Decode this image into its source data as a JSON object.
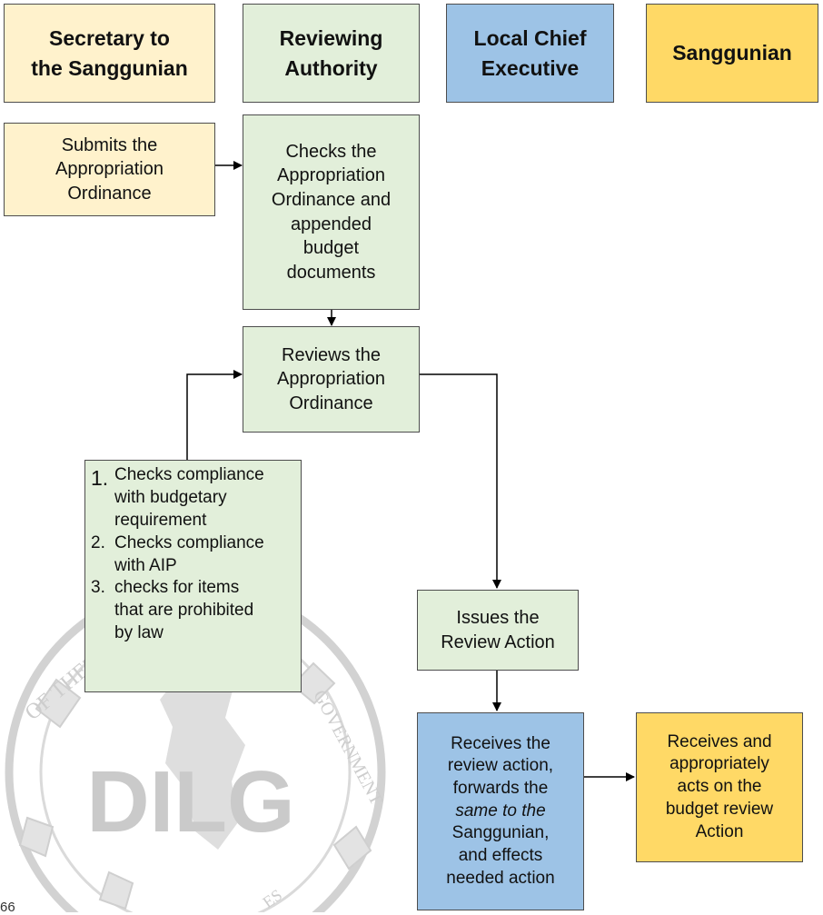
{
  "lanes": [
    {
      "line1": "Secretary to",
      "line2": "the Sanggunian"
    },
    {
      "line1": "Reviewing",
      "line2": "Authority"
    },
    {
      "line1": "Local Chief",
      "line2": "Executive"
    },
    {
      "line1": "Sanggunian",
      "line2": ""
    }
  ],
  "steps": {
    "submit": [
      "Submits the",
      "Appropriation",
      "Ordinance"
    ],
    "check": [
      "Checks the",
      "Appropriation",
      "Ordinance and",
      "appended",
      "budget",
      "documents"
    ],
    "review": [
      "Reviews the",
      "Appropriation",
      "Ordinance"
    ],
    "issue": [
      "Issues the",
      "Review Action"
    ],
    "receive_lce": [
      "Receives the",
      "review action,",
      "forwards the",
      "same to the",
      "Sanggunian,",
      "and effects",
      "needed action"
    ],
    "receive_sang": [
      "Receives and",
      "appropriately",
      "acts on the",
      "budget review",
      "Action"
    ]
  },
  "criteria": [
    {
      "num": "1.",
      "lines": [
        "Checks compliance",
        "with budgetary",
        "requirement"
      ]
    },
    {
      "num": "2.",
      "lines": [
        "Checks compliance",
        "with AIP"
      ]
    },
    {
      "num": "3.",
      "lines": [
        "checks for items",
        "that are prohibited",
        "by law"
      ]
    }
  ],
  "watermark": {
    "logo_text": "DILG",
    "arc_left": "OF THE IN",
    "arc_right": "GOVERNMENT",
    "arc_bottom": "ES"
  },
  "page_number": "66",
  "colors": {
    "secretary": "#fff2cc",
    "reviewing": "#e2efda",
    "lce": "#9dc3e6",
    "sanggunian": "#ffd966"
  }
}
